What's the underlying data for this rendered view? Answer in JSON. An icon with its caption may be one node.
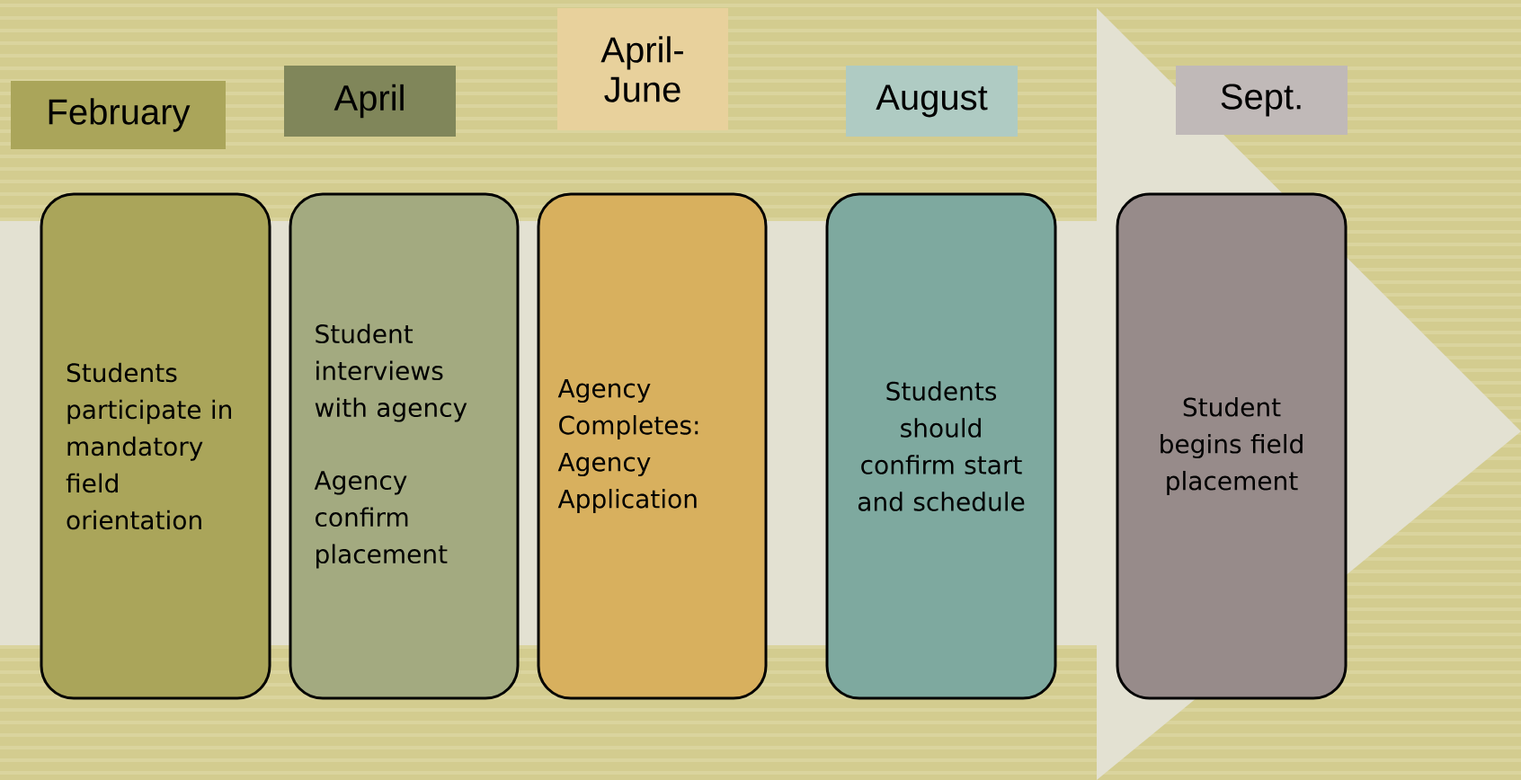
{
  "diagram": {
    "nodes": [
      {
        "text": [
          "February"
        ]
      },
      {
        "text": [
          "April"
        ]
      },
      {
        "text": [
          "April-June"
        ]
      },
      {
        "text": [
          "August"
        ]
      },
      {
        "text": [
          "Sept."
        ]
      },
      {
        "text": [
          "Students participate in mandatory field orientation"
        ]
      },
      {
        "text": [
          "Student interviews with agency",
          "Agency confirm placement"
        ]
      },
      {
        "text": [
          "Agency Completes: Agency Application"
        ]
      },
      {
        "text": [
          "Students should confirm start and schedule"
        ]
      },
      {
        "text": [
          "Student begins field placement"
        ]
      }
    ]
  }
}
